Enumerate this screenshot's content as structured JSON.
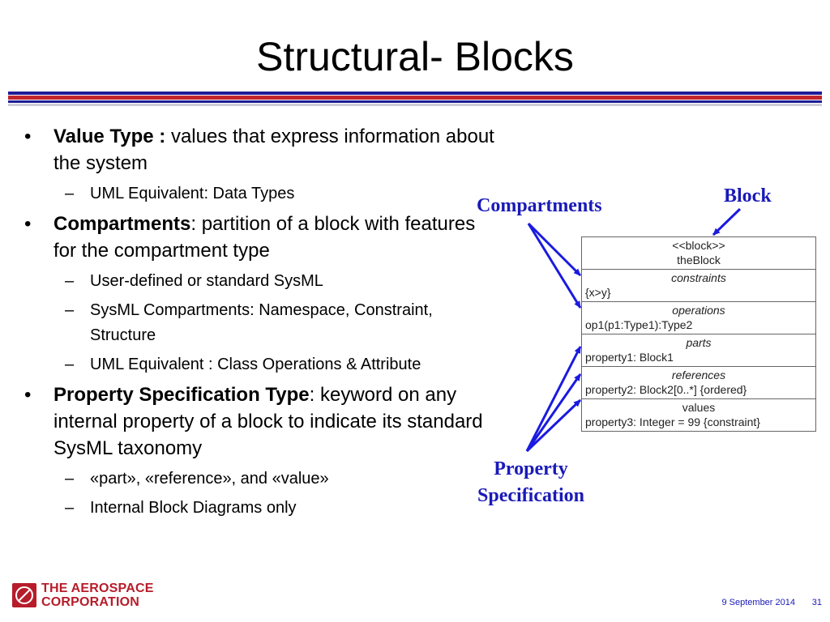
{
  "slide": {
    "title": "Structural- Blocks"
  },
  "bullets": {
    "b1": {
      "term": "Value Type :",
      "text": " values that express information about the system"
    },
    "b1_sub1": "UML Equivalent: Data Types",
    "b2": {
      "term": "Compartments",
      "text": ": partition of a block with features for the compartment type"
    },
    "b2_sub1": "User-defined or standard SysML",
    "b2_sub2": "SysML Compartments: Namespace, Constraint, Structure",
    "b2_sub3": "UML Equivalent : Class Operations & Attribute",
    "b3": {
      "term": "Property Specification Type",
      "text": ": keyword on any internal property of a block to indicate its standard SysML taxonomy"
    },
    "b3_sub1": "«part», «reference», and «value»",
    "b3_sub2": "Internal Block Diagrams only",
    "bullet_glyph": "•",
    "dash_glyph": "–"
  },
  "diagram": {
    "label_compartments": "Compartments",
    "label_block": "Block",
    "label_property_1": "Property",
    "label_property_2": "Specification",
    "block": {
      "stereotype": "<<block>>",
      "name": "theBlock",
      "constraints_header": "constraints",
      "constraints_row": "{x>y}",
      "operations_header": "operations",
      "operations_row": "op1(p1:Type1):Type2",
      "parts_header": "parts",
      "parts_row": "property1: Block1",
      "references_header": "references",
      "references_row": "property2: Block2[0..*] {ordered}",
      "values_header": "values",
      "values_row": "property3: Integer = 99 {constraint}"
    },
    "arrow_color": "#1a1ae0"
  },
  "footer": {
    "logo_line1": "THE AEROSPACE",
    "logo_line2": "CORPORATION",
    "date": "9 September 2014",
    "page": "31"
  },
  "colors": {
    "rule_blue": "#1d1c96",
    "rule_red": "#c0262d",
    "label_blue": "#1a1ab8",
    "logo_red": "#b71c2a"
  }
}
